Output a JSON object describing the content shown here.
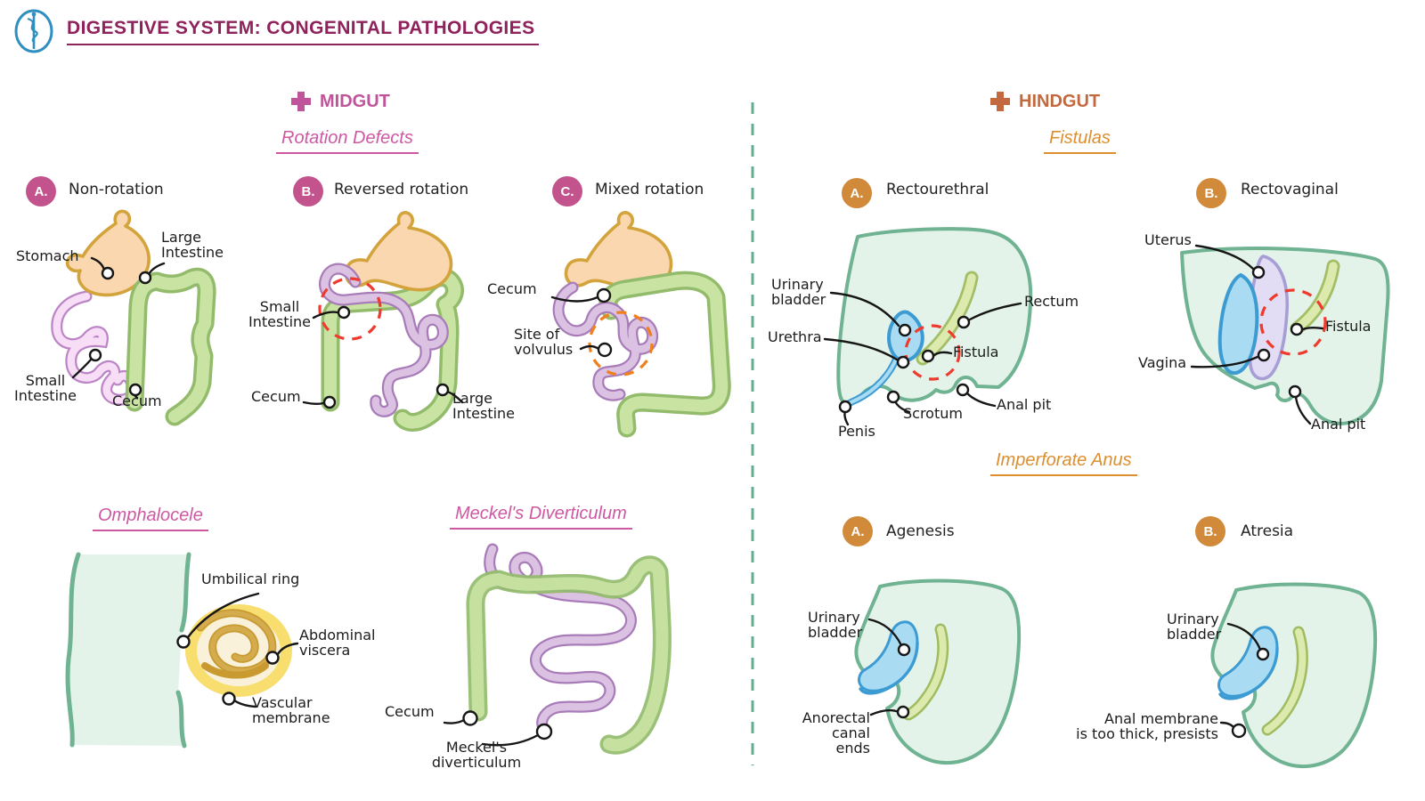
{
  "palette": {
    "title-color": "#8F215B",
    "midgut-pink": "#C0549A",
    "heading-pink": "#CE58A2",
    "hindgut-rust": "#C2693F",
    "heading-orange": "#DD8E2F",
    "badge-pink": "#C2538C",
    "badge-orange": "#D08A3A",
    "label-ink": "#1C1C1C",
    "divider-green": "#63AE8F"
  },
  "header": {
    "title": "DIGESTIVE SYSTEM: CONGENITAL PATHOLOGIES"
  },
  "midgut": {
    "section_label": "MIDGUT",
    "rotation_defects": {
      "heading": "Rotation Defects",
      "panels": [
        {
          "badge": "A.",
          "title": "Non-rotation",
          "labels": {
            "stomach": "Stomach",
            "large_intestine": "Large\nIntestine",
            "small_intestine": "Small\nIntestine",
            "cecum": "Cecum"
          }
        },
        {
          "badge": "B.",
          "title": "Reversed rotation",
          "labels": {
            "small_intestine": "Small\nIntestine",
            "cecum": "Cecum",
            "large_intestine": "Large\nIntestine"
          }
        },
        {
          "badge": "C.",
          "title": "Mixed rotation",
          "labels": {
            "cecum": "Cecum",
            "site_of_volvulus": "Site of\nvolvulus"
          }
        }
      ]
    },
    "omphalocele": {
      "heading": "Omphalocele",
      "labels": {
        "umbilical_ring": "Umbilical ring",
        "abdominal_viscera": "Abdominal\nviscera",
        "vascular_membrane": "Vascular\nmembrane"
      }
    },
    "meckels": {
      "heading": "Meckel's Diverticulum",
      "labels": {
        "cecum": "Cecum",
        "diverticulum": "Meckel's\ndiverticulum"
      }
    }
  },
  "hindgut": {
    "section_label": "HINDGUT",
    "fistulas": {
      "heading": "Fistulas",
      "panels": [
        {
          "badge": "A.",
          "title": "Rectourethral",
          "labels": {
            "urinary_bladder": "Urinary\nbladder",
            "urethra": "Urethra",
            "rectum": "Rectum",
            "fistula": "Fistula",
            "anal_pit": "Anal pit",
            "scrotum": "Scrotum",
            "penis": "Penis"
          }
        },
        {
          "badge": "B.",
          "title": "Rectovaginal",
          "labels": {
            "uterus": "Uterus",
            "vagina": "Vagina",
            "fistula": "Fistula",
            "anal_pit": "Anal pit"
          }
        }
      ]
    },
    "imperforate_anus": {
      "heading": "Imperforate Anus",
      "panels": [
        {
          "badge": "A.",
          "title": "Agenesis",
          "labels": {
            "urinary_bladder": "Urinary\nbladder",
            "anorectal_canal": "Anorectal\ncanal\nends"
          }
        },
        {
          "badge": "B.",
          "title": "Atresia",
          "labels": {
            "urinary_bladder": "Urinary\nbladder",
            "anal_membrane": "Anal membrane\nis too thick, presists"
          }
        }
      ]
    }
  }
}
